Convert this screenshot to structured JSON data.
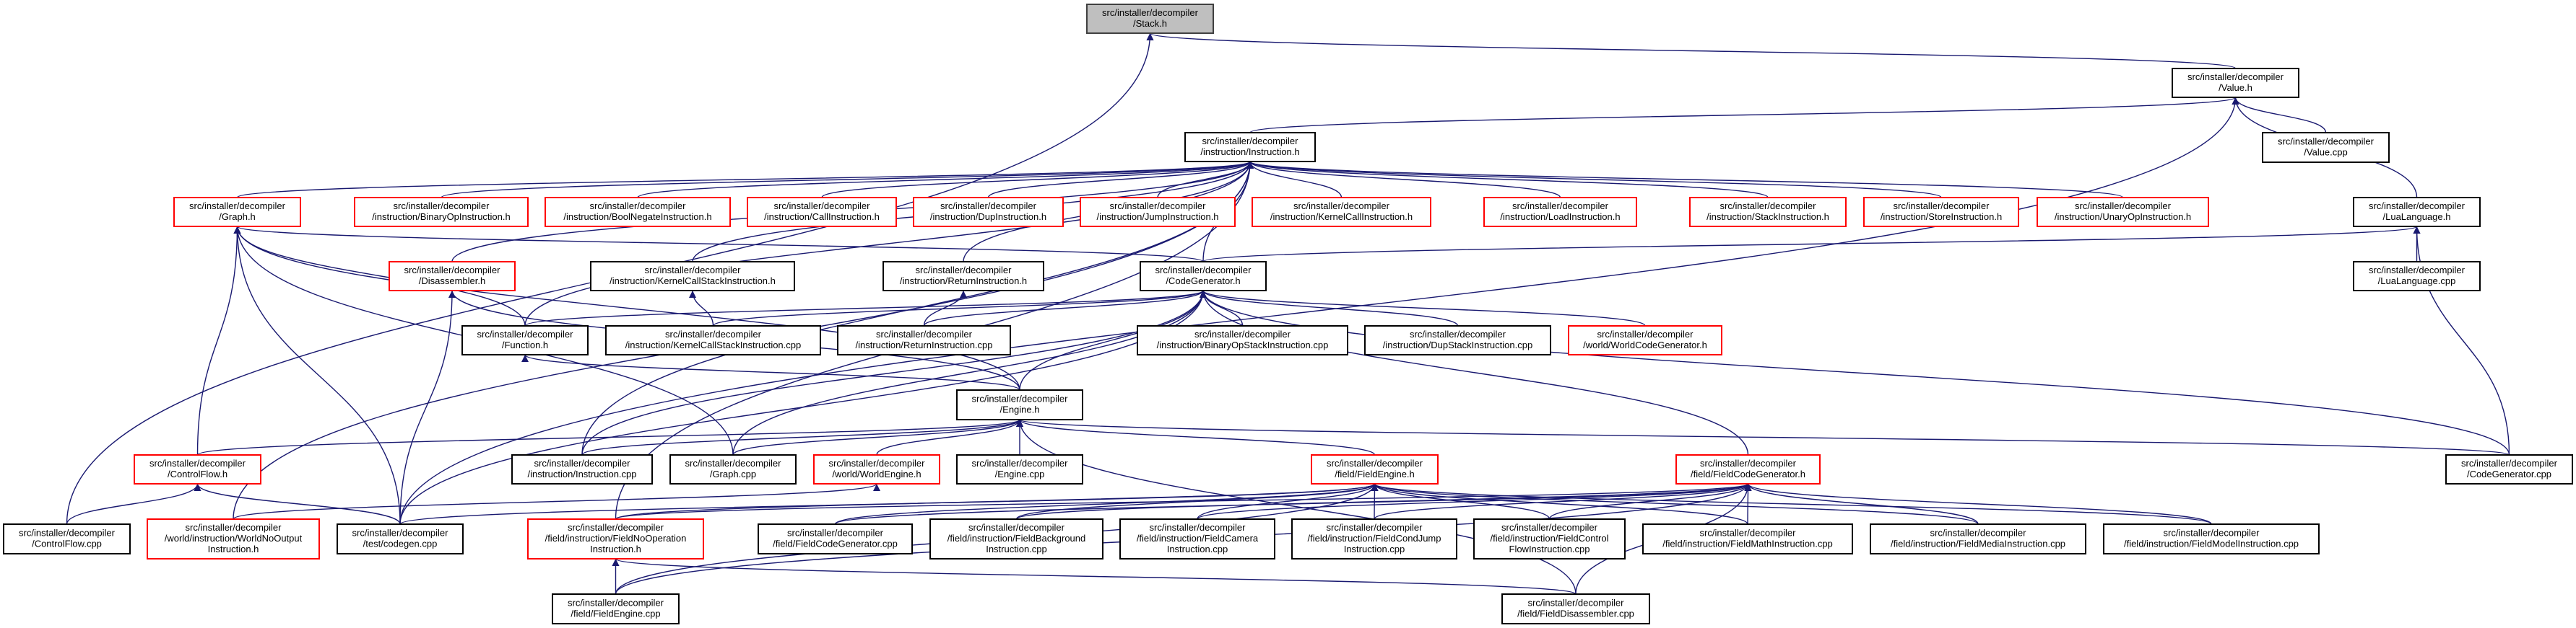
{
  "colors": {
    "edge": "#191970",
    "border_default": "#000000",
    "border_truncated": "#ff0000",
    "current_fill": "#bfbfbf",
    "current_border": "#404040"
  },
  "nodes": [
    {
      "lines": [
        "src/installer/decompiler",
        "/Stack.h"
      ],
      "kind": "current"
    },
    {
      "lines": [
        "src/installer/decompiler",
        "/Value.h"
      ],
      "kind": "default"
    },
    {
      "lines": [
        "src/installer/decompiler",
        "/instruction/Instruction.h"
      ],
      "kind": "default"
    },
    {
      "lines": [
        "src/installer/decompiler",
        "/Value.cpp"
      ],
      "kind": "default"
    },
    {
      "lines": [
        "src/installer/decompiler",
        "/Graph.h"
      ],
      "kind": "truncated"
    },
    {
      "lines": [
        "src/installer/decompiler",
        "/instruction/BinaryOpInstruction.h"
      ],
      "kind": "truncated"
    },
    {
      "lines": [
        "src/installer/decompiler",
        "/instruction/BoolNegateInstruction.h"
      ],
      "kind": "truncated"
    },
    {
      "lines": [
        "src/installer/decompiler",
        "/instruction/CallInstruction.h"
      ],
      "kind": "truncated"
    },
    {
      "lines": [
        "src/installer/decompiler",
        "/instruction/DupInstruction.h"
      ],
      "kind": "truncated"
    },
    {
      "lines": [
        "src/installer/decompiler",
        "/instruction/JumpInstruction.h"
      ],
      "kind": "truncated"
    },
    {
      "lines": [
        "src/installer/decompiler",
        "/instruction/KernelCallInstruction.h"
      ],
      "kind": "truncated"
    },
    {
      "lines": [
        "src/installer/decompiler",
        "/instruction/LoadInstruction.h"
      ],
      "kind": "truncated"
    },
    {
      "lines": [
        "src/installer/decompiler",
        "/instruction/StackInstruction.h"
      ],
      "kind": "truncated"
    },
    {
      "lines": [
        "src/installer/decompiler",
        "/instruction/StoreInstruction.h"
      ],
      "kind": "truncated"
    },
    {
      "lines": [
        "src/installer/decompiler",
        "/instruction/UnaryOpInstruction.h"
      ],
      "kind": "truncated"
    },
    {
      "lines": [
        "src/installer/decompiler",
        "/LuaLanguage.h"
      ],
      "kind": "default"
    },
    {
      "lines": [
        "src/installer/decompiler",
        "/Disassembler.h"
      ],
      "kind": "truncated"
    },
    {
      "lines": [
        "src/installer/decompiler",
        "/instruction/KernelCallStackInstruction.h"
      ],
      "kind": "default"
    },
    {
      "lines": [
        "src/installer/decompiler",
        "/instruction/ReturnInstruction.h"
      ],
      "kind": "default"
    },
    {
      "lines": [
        "src/installer/decompiler",
        "/CodeGenerator.h"
      ],
      "kind": "default"
    },
    {
      "lines": [
        "src/installer/decompiler",
        "/LuaLanguage.cpp"
      ],
      "kind": "default"
    },
    {
      "lines": [
        "src/installer/decompiler",
        "/Function.h"
      ],
      "kind": "default"
    },
    {
      "lines": [
        "src/installer/decompiler",
        "/instruction/KernelCallStackInstruction.cpp"
      ],
      "kind": "default"
    },
    {
      "lines": [
        "src/installer/decompiler",
        "/instruction/ReturnInstruction.cpp"
      ],
      "kind": "default"
    },
    {
      "lines": [
        "src/installer/decompiler",
        "/instruction/BinaryOpStackInstruction.cpp"
      ],
      "kind": "default"
    },
    {
      "lines": [
        "src/installer/decompiler",
        "/instruction/DupStackInstruction.cpp"
      ],
      "kind": "default"
    },
    {
      "lines": [
        "src/installer/decompiler",
        "/world/WorldCodeGenerator.h"
      ],
      "kind": "truncated"
    },
    {
      "lines": [
        "src/installer/decompiler",
        "/Engine.h"
      ],
      "kind": "default"
    },
    {
      "lines": [
        "src/installer/decompiler",
        "/ControlFlow.h"
      ],
      "kind": "truncated"
    },
    {
      "lines": [
        "src/installer/decompiler",
        "/instruction/Instruction.cpp"
      ],
      "kind": "default"
    },
    {
      "lines": [
        "src/installer/decompiler",
        "/Graph.cpp"
      ],
      "kind": "default"
    },
    {
      "lines": [
        "src/installer/decompiler",
        "/world/WorldEngine.h"
      ],
      "kind": "truncated"
    },
    {
      "lines": [
        "src/installer/decompiler",
        "/Engine.cpp"
      ],
      "kind": "default"
    },
    {
      "lines": [
        "src/installer/decompiler",
        "/field/FieldEngine.h"
      ],
      "kind": "truncated"
    },
    {
      "lines": [
        "src/installer/decompiler",
        "/field/FieldCodeGenerator.h"
      ],
      "kind": "truncated"
    },
    {
      "lines": [
        "src/installer/decompiler",
        "/CodeGenerator.cpp"
      ],
      "kind": "default"
    },
    {
      "lines": [
        "src/installer/decompiler",
        "/ControlFlow.cpp"
      ],
      "kind": "default"
    },
    {
      "lines": [
        "src/installer/decompiler",
        "/world/instruction/WorldNoOutput",
        "Instruction.h"
      ],
      "kind": "truncated"
    },
    {
      "lines": [
        "src/installer/decompiler",
        "/test/codegen.cpp"
      ],
      "kind": "default"
    },
    {
      "lines": [
        "src/installer/decompiler",
        "/field/instruction/FieldNoOperation",
        "Instruction.h"
      ],
      "kind": "truncated"
    },
    {
      "lines": [
        "src/installer/decompiler",
        "/field/FieldCodeGenerator.cpp"
      ],
      "kind": "default"
    },
    {
      "lines": [
        "src/installer/decompiler",
        "/field/instruction/FieldBackground",
        "Instruction.cpp"
      ],
      "kind": "default"
    },
    {
      "lines": [
        "src/installer/decompiler",
        "/field/instruction/FieldCamera",
        "Instruction.cpp"
      ],
      "kind": "default"
    },
    {
      "lines": [
        "src/installer/decompiler",
        "/field/instruction/FieldCondJump",
        "Instruction.cpp"
      ],
      "kind": "default"
    },
    {
      "lines": [
        "src/installer/decompiler",
        "/field/instruction/FieldControl",
        "FlowInstruction.cpp"
      ],
      "kind": "default"
    },
    {
      "lines": [
        "src/installer/decompiler",
        "/field/instruction/FieldMathInstruction.cpp"
      ],
      "kind": "default"
    },
    {
      "lines": [
        "src/installer/decompiler",
        "/field/instruction/FieldMediaInstruction.cpp"
      ],
      "kind": "default"
    },
    {
      "lines": [
        "src/installer/decompiler",
        "/field/instruction/FieldModelInstruction.cpp"
      ],
      "kind": "default"
    },
    {
      "lines": [
        "src/installer/decompiler",
        "/field/FieldEngine.cpp"
      ],
      "kind": "default"
    },
    {
      "lines": [
        "src/installer/decompiler",
        "/field/FieldDisassembler.cpp"
      ],
      "kind": "default"
    }
  ],
  "edges": [
    [
      1,
      0
    ],
    [
      36,
      0
    ],
    [
      2,
      1
    ],
    [
      3,
      1
    ],
    [
      15,
      1
    ],
    [
      38,
      1
    ],
    [
      4,
      2
    ],
    [
      5,
      2
    ],
    [
      6,
      2
    ],
    [
      7,
      2
    ],
    [
      8,
      2
    ],
    [
      9,
      2
    ],
    [
      10,
      2
    ],
    [
      11,
      2
    ],
    [
      12,
      2
    ],
    [
      13,
      2
    ],
    [
      14,
      2
    ],
    [
      16,
      2
    ],
    [
      17,
      2
    ],
    [
      18,
      2
    ],
    [
      19,
      2
    ],
    [
      29,
      2
    ],
    [
      37,
      2
    ],
    [
      39,
      2
    ],
    [
      21,
      2
    ],
    [
      20,
      15
    ],
    [
      35,
      15
    ],
    [
      19,
      15
    ],
    [
      28,
      4
    ],
    [
      38,
      4
    ],
    [
      30,
      4
    ],
    [
      27,
      4
    ],
    [
      19,
      4
    ],
    [
      21,
      4
    ],
    [
      27,
      16
    ],
    [
      38,
      16
    ],
    [
      22,
      17
    ],
    [
      23,
      18
    ],
    [
      21,
      19
    ],
    [
      22,
      19
    ],
    [
      23,
      19
    ],
    [
      24,
      19
    ],
    [
      25,
      19
    ],
    [
      26,
      19
    ],
    [
      35,
      19
    ],
    [
      27,
      19
    ],
    [
      29,
      19
    ],
    [
      30,
      19
    ],
    [
      34,
      19
    ],
    [
      38,
      19
    ],
    [
      27,
      21
    ],
    [
      28,
      27
    ],
    [
      29,
      27
    ],
    [
      30,
      27
    ],
    [
      31,
      27
    ],
    [
      32,
      27
    ],
    [
      33,
      27
    ],
    [
      35,
      27
    ],
    [
      49,
      27
    ],
    [
      36,
      28
    ],
    [
      38,
      28
    ],
    [
      37,
      31
    ],
    [
      40,
      33
    ],
    [
      41,
      33
    ],
    [
      42,
      33
    ],
    [
      43,
      33
    ],
    [
      44,
      33
    ],
    [
      45,
      33
    ],
    [
      46,
      33
    ],
    [
      47,
      33
    ],
    [
      39,
      33
    ],
    [
      48,
      33
    ],
    [
      38,
      33
    ],
    [
      40,
      34
    ],
    [
      41,
      34
    ],
    [
      42,
      34
    ],
    [
      43,
      34
    ],
    [
      44,
      34
    ],
    [
      45,
      34
    ],
    [
      46,
      34
    ],
    [
      47,
      34
    ],
    [
      48,
      34
    ],
    [
      49,
      34
    ],
    [
      39,
      34
    ],
    [
      48,
      39
    ],
    [
      49,
      39
    ]
  ]
}
